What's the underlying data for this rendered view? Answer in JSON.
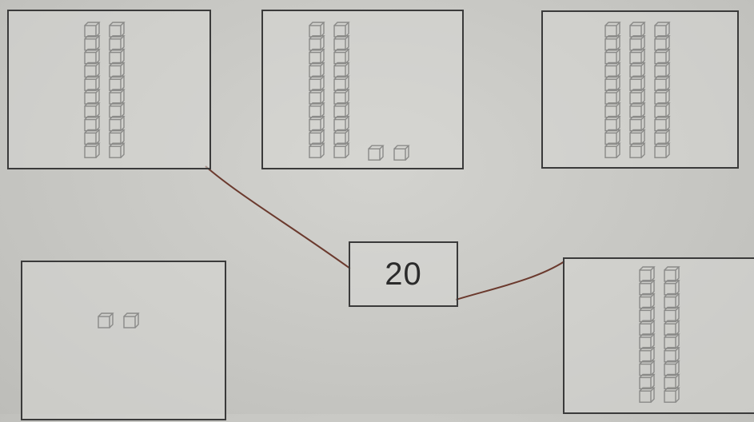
{
  "worksheet": {
    "answer_value": "20"
  },
  "cards": [
    {
      "name": "card-two-tens",
      "tens": 2,
      "ones": 0,
      "matched_to_answer": true
    },
    {
      "name": "card-two-tens-two-ones",
      "tens": 2,
      "ones": 2,
      "matched_to_answer": false
    },
    {
      "name": "card-three-tens",
      "tens": 3,
      "ones": 0,
      "matched_to_answer": false
    },
    {
      "name": "card-two-ones",
      "tens": 0,
      "ones": 2,
      "matched_to_answer": false
    },
    {
      "name": "card-two-tens-right",
      "tens": 2,
      "ones": 0,
      "matched_to_answer": true
    }
  ],
  "colors": {
    "line": "#6b3a2e",
    "block_stroke": "#8a8a88",
    "box_border": "#3a3a3a"
  }
}
